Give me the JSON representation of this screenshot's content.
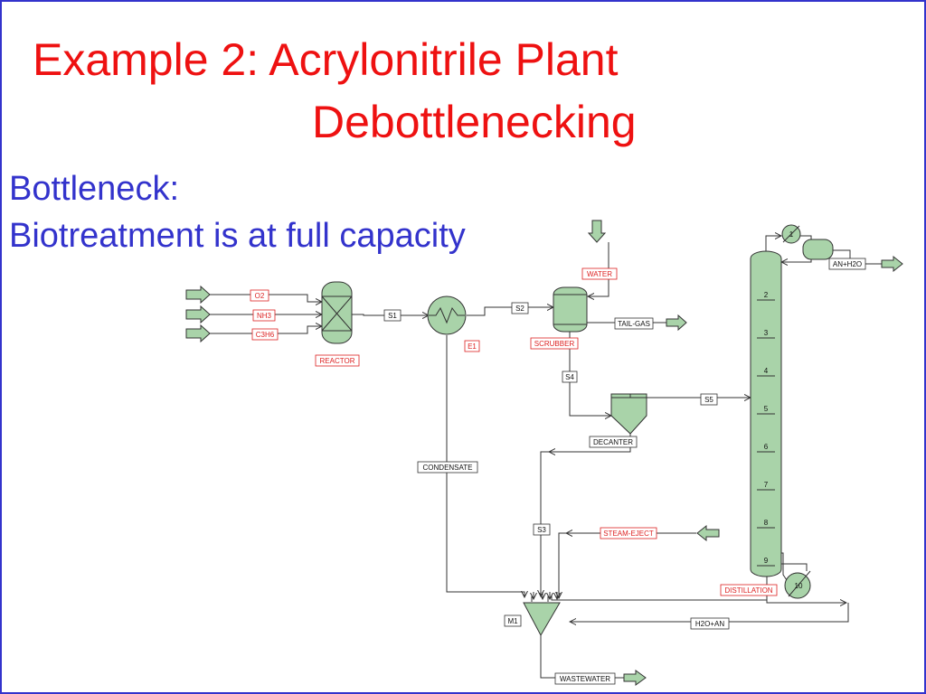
{
  "slide": {
    "title_line1": "Example 2: Acrylonitrile Plant",
    "title_line2": "Debottlenecking",
    "subtitle_line1": "Bottleneck:",
    "subtitle_line2": "Biotreatment is at full capacity"
  },
  "diagram": {
    "feeds": {
      "o2": "O2",
      "nh3": "NH3",
      "c3h6": "C3H6"
    },
    "units": {
      "reactor": "REACTOR",
      "exchanger": "E1",
      "scrubber": "SCRUBBER",
      "decanter": "DECANTER",
      "mixer": "M1",
      "distillation": "DISTILLATION",
      "steam_eject": "STEAM-EJECT"
    },
    "streams": {
      "s1": "S1",
      "s2": "S2",
      "s3": "S3",
      "s4": "S4",
      "s5": "S5",
      "water": "WATER",
      "tail_gas": "TAIL-GAS",
      "condensate": "CONDENSATE",
      "an_h2o": "AN+H2O",
      "h2o_an": "H2O+AN",
      "wastewater": "WASTEWATER"
    },
    "stages": [
      "1",
      "2",
      "3",
      "4",
      "5",
      "6",
      "7",
      "8",
      "9",
      "10"
    ],
    "colors": {
      "equipment_fill": "#a9d3a9",
      "label_red": "#dd2222",
      "line": "#333333"
    }
  }
}
